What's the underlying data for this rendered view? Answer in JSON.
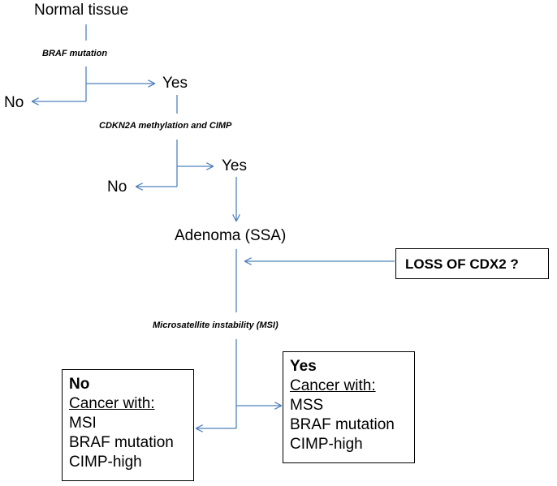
{
  "nodes": {
    "normal_tissue": "Normal tissue",
    "braf_mutation": "BRAF mutation",
    "yes_1": "Yes",
    "no_1": "No",
    "cdkn2a_cimp": "CDKN2A methylation and CIMP",
    "yes_2": "Yes",
    "no_2": "No",
    "adenoma": "Adenoma (SSA)",
    "loss_cdx2": "LOSS OF CDX2 ?",
    "msi_label": "Microsatellite  instability (MSI)"
  },
  "outcome_no": {
    "heading": "No",
    "subheading": "Cancer with:",
    "items": [
      "MSI",
      "BRAF mutation",
      "CIMP-high"
    ]
  },
  "outcome_yes": {
    "heading": "Yes",
    "subheading": "Cancer with:",
    "items": [
      "MSS",
      "BRAF mutation",
      "CIMP-high"
    ]
  },
  "colors": {
    "connector": "#4f81bd",
    "text": "#000000",
    "box_border": "#000000"
  }
}
